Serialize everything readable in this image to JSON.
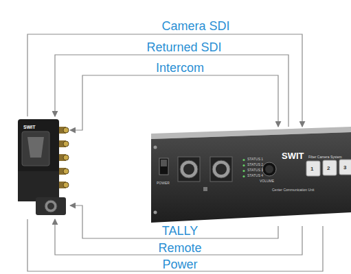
{
  "diagram": {
    "nodes": [
      {
        "text": [
          "SWIT"
        ]
      },
      {
        "text": [
          "SWIT",
          "Fiber Camera System",
          "Center Communication Unit",
          "POWER",
          "VOLUME",
          "STATUS 1",
          "STATUS 2",
          "STATUS 3",
          "STATUS 4",
          "1",
          "2",
          "3"
        ]
      }
    ],
    "edges": [
      {
        "from": 0,
        "to": 1,
        "label": "Camera SDI",
        "arrow": "to"
      },
      {
        "from": 1,
        "to": 0,
        "label": "Returned SDI",
        "arrow": "to"
      },
      {
        "from": 0,
        "to": 1,
        "label": "Intercom",
        "arrow": "both"
      },
      {
        "from": 1,
        "to": 0,
        "label": "TALLY",
        "arrow": "to"
      },
      {
        "from": 1,
        "to": 0,
        "label": "Remote",
        "arrow": "to"
      },
      {
        "from": 1,
        "to": 0,
        "label": "Power",
        "arrow": "none"
      }
    ]
  }
}
